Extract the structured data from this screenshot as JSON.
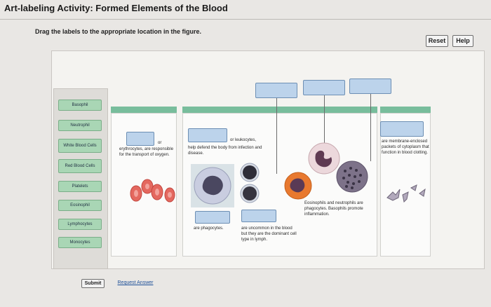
{
  "header": {
    "title": "Art-labeling Activity: Formed Elements of the Blood",
    "instructions": "Drag the labels to the appropriate location in the figure."
  },
  "toolbar": {
    "reset_label": "Reset",
    "help_label": "Help"
  },
  "labels": [
    "Basophil",
    "Neutrophil",
    "White Blood Cells",
    "Red Blood Cells",
    "Platelets",
    "Eosinophil",
    "Lymphocytes",
    "Monocytes"
  ],
  "figure": {
    "rbc_or": "or",
    "rbc_text": "erythrocytes, are responsible for the transport of oxygen.",
    "wbc_or": "or leukocytes,",
    "wbc_text": "help defend the body from infection and disease.",
    "phagocytes_text": "are phagocytes.",
    "lymph_text": "are uncommon in the blood but they are the dominant cell type in lymph.",
    "granulocyte_text": "Eosinophils and neutrophils are phagocytes. Basophils promote inflammation.",
    "platelet_text": "are membrane-enclosed packets of cytoplasm that function in blood clotting."
  },
  "footer": {
    "submit_label": "Submit",
    "request_answer_label": "Request Answer"
  },
  "colors": {
    "label_green": "#a9d6b5",
    "drop_blue": "#bcd3eb",
    "band_green": "#78bd9c",
    "rbc_red": "#e4685f"
  }
}
